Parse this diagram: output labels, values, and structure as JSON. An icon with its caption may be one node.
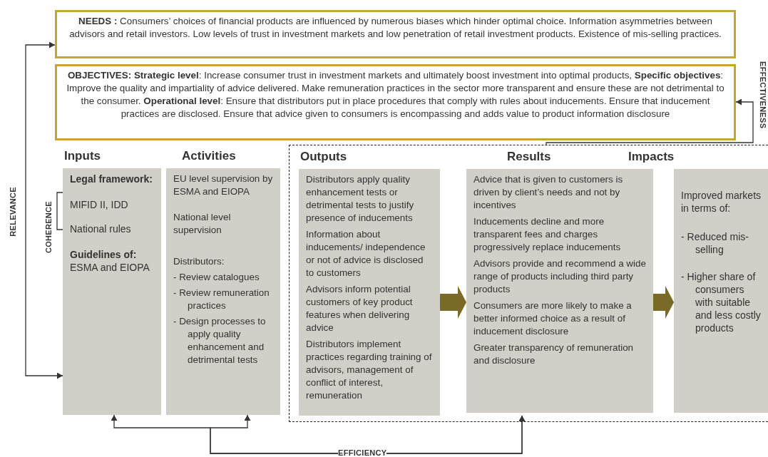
{
  "diagram": {
    "nodes": [
      {
        "text": [
          "**NEEDS :** Consumers’ choices of financial products are influenced by numerous biases which hinder optimal choice. Information asymmetries between advisors and retail investors. Low levels of trust in investment markets and low penetration of retail investment products. Existence of mis-selling practices."
        ]
      },
      {
        "text": [
          "**OBJECTIVES:** **Strategic level**: Increase consumer trust in investment markets and ultimately boost investment into optimal products, **Specific objectives**: Improve the quality and impartiality of advice delivered. Make remuneration practices in the sector more transparent and ensure these are not detrimental to the consumer. **Operational level**: Ensure that distributors put in place procedures that comply with rules about inducements. Ensure that inducement practices are disclosed. Ensure that advice given to consumers is encompassing and adds value to product information disclosure"
        ]
      },
      {
        "text": [
          "Inputs",
          "Legal framework:",
          "MIFID II, IDD",
          "National rules",
          "Guidelines of:",
          "ESMA and EIOPA"
        ]
      },
      {
        "text": [
          "Activities",
          "EU level supervision by ESMA and EIOPA",
          "National level supervision",
          "Distributors:",
          "- Review catalogues",
          "- Review remuneration practices",
          "- Design processes to apply quality enhancement and detrimental tests"
        ]
      },
      {
        "text": [],
        "shape": "box"
      },
      {
        "text": [
          "Outputs",
          "Distributors apply quality enhancement tests or detrimental tests to justify presence of inducements",
          "Information about inducements/ independence or not of advice is disclosed to customers",
          "Advisors inform potential customers of key product features when delivering advice",
          "Distributors implement practices regarding training of advisors, management of conflict of interest, remuneration"
        ],
        "in": 4
      },
      {
        "text": [
          "Results",
          "Advice that is given to customers is driven by client’s needs and not by incentives",
          "Inducements decline and more transparent fees and charges progressively replace inducements",
          "Advisors provide and recommend a wide range of products including third party products",
          "Consumers are more likely to make a better informed choice as a result of inducement disclosure",
          "Greater transparency of remuneration and disclosure"
        ],
        "in": 4
      },
      {
        "text": [
          "Impacts",
          "Improved markets in terms of:",
          "- Reduced mis-selling",
          "- Higher share of consumers with suitable and less costly products"
        ],
        "in": 4
      }
    ],
    "edges": [
      {
        "from": 0,
        "to": 2,
        "arrow": "both",
        "label": "RELEVANCE"
      },
      {
        "from": 4,
        "to": 1,
        "arrow": "to",
        "label": "EFFECTIVENESS"
      },
      {
        "from": 4,
        "to": 2,
        "arrow": "both",
        "label": "EFFICIENCY"
      },
      {
        "from": 4,
        "to": 3,
        "arrow": "both"
      },
      {
        "from": 5,
        "to": 6,
        "arrow": "to",
        "style": "thick",
        "color": "#7a6a28"
      },
      {
        "from": 6,
        "to": 7,
        "arrow": "to",
        "style": "thick",
        "color": "#7a6a28"
      }
    ],
    "labels": [
      "COHERENCE"
    ]
  }
}
